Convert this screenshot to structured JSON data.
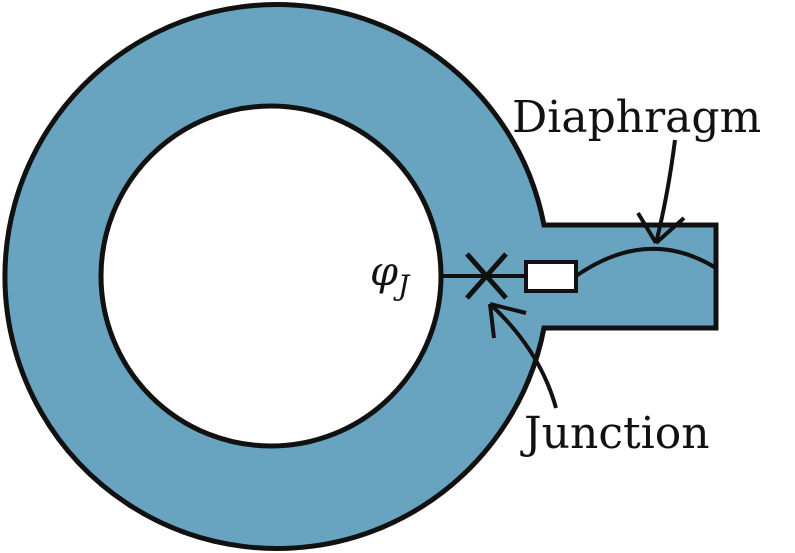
{
  "labels": {
    "diaphragm": "Diaphragm",
    "junction": "Junction",
    "phase_symbol": "φ",
    "phase_subscript": "J"
  },
  "colors": {
    "fill": "#68A3BF",
    "stroke": "#111111",
    "background": "#FFFFFF"
  }
}
